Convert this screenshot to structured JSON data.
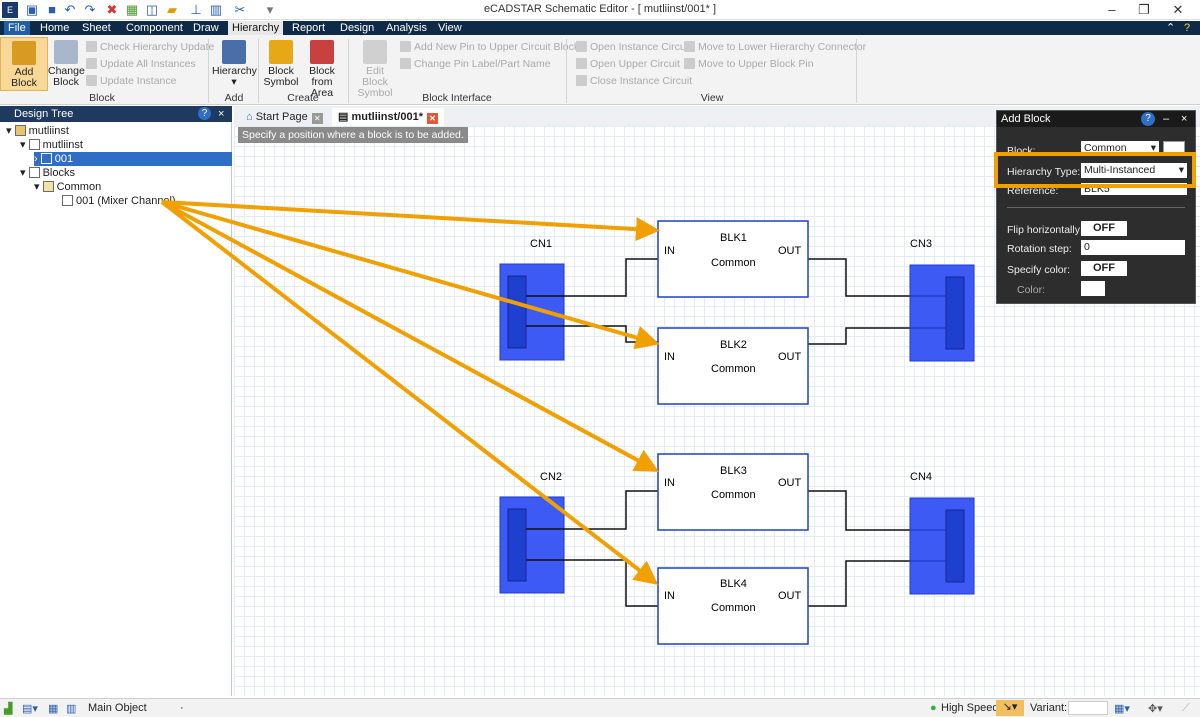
{
  "title": "eCADSTAR Schematic Editor - [ mutliinst/001* ]",
  "menu": [
    "File",
    "Home",
    "Sheet",
    "Component",
    "Draw",
    "Hierarchy",
    "Report",
    "Design",
    "Analysis",
    "View"
  ],
  "ribbon": {
    "add_block": "Add Block",
    "change_block": "Change Block",
    "check_hierarchy": "Check Hierarchy Update",
    "update_all": "Update All Instances",
    "update_instance": "Update Instance",
    "hierarchy": "Hierarchy",
    "block_symbol": "Block Symbol",
    "block_from_area": "Block from Area",
    "edit_block_symbol": "Edit Block Symbol",
    "add_pin": "Add New Pin to Upper Circuit Block",
    "change_pin": "Change Pin Label/Part Name",
    "open_instance": "Open Instance Circuit",
    "open_upper": "Open Upper Circuit",
    "close_instance": "Close Instance Circuit",
    "move_lower": "Move to Lower Hierarchy Connector",
    "move_upper": "Move to Upper Block Pin",
    "groups": {
      "block": "Block",
      "add": "Add",
      "create": "Create",
      "block_interface": "Block Interface",
      "view": "View"
    }
  },
  "design_tree": {
    "header": "Design Tree",
    "items": [
      "mutliinst",
      "mutliinst",
      "001",
      "Blocks",
      "Common",
      "001 (Mixer Channel)"
    ]
  },
  "tabs": [
    "Start Page",
    "mutliinst/001*"
  ],
  "hint": "Specify a position where a block is to be added.",
  "schematic": {
    "blocks": [
      {
        "name": "BLK1",
        "label": "Common",
        "in": "IN",
        "out": "OUT"
      },
      {
        "name": "BLK2",
        "label": "Common",
        "in": "IN",
        "out": "OUT"
      },
      {
        "name": "BLK3",
        "label": "Common",
        "in": "IN",
        "out": "OUT"
      },
      {
        "name": "BLK4",
        "label": "Common",
        "in": "IN",
        "out": "OUT"
      }
    ],
    "connectors": [
      "CN1",
      "CN2",
      "CN3",
      "CN4"
    ]
  },
  "add_block_panel": {
    "title": "Add Block",
    "block_label": "Block:",
    "block_value": "Common",
    "hierarchy_type_label": "Hierarchy Type:",
    "hierarchy_type_value": "Multi-Instanced",
    "reference_label": "Reference:",
    "reference_value": "BLK5",
    "flip_label": "Flip horizontally:",
    "flip_value": "OFF",
    "rotation_label": "Rotation step:",
    "rotation_value": "0",
    "specify_color_label": "Specify color:",
    "specify_color_value": "OFF",
    "color_label": "Color:"
  },
  "status": {
    "main_object": "Main Object",
    "high_speed": "High Speed",
    "variant": "Variant:"
  },
  "colors": {
    "accent": "#f0a000",
    "block_border": "#1f3fcf",
    "connector": "#3d5af5",
    "menubar": "#0e2a47"
  }
}
